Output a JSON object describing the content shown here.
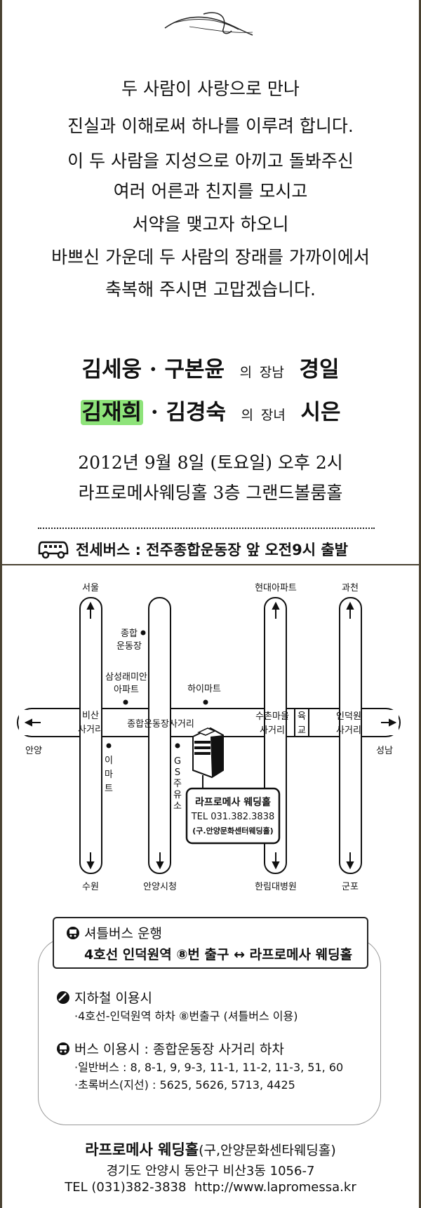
{
  "poem": [
    "두 사람이 사랑으로 만나",
    "진실과 이해로써 하나를 이루려 합니다.",
    "이 두 사람을 지성으로 아끼고 돌봐주신",
    "여러 어른과 친지를 모시고",
    "서약을 맺고자 하오니",
    "바쁘신 가운데 두 사람의 장래를 가까이에서",
    "축복해 주시면 고맙겠습니다."
  ],
  "groom": {
    "father": "김세웅",
    "mother": "구본윤",
    "relation_of": "의",
    "relation": "장남",
    "name": "경일"
  },
  "bride": {
    "father": "김재희",
    "mother": "김경숙",
    "relation_of": "의",
    "relation": "장녀",
    "name": "시은"
  },
  "separator": "·",
  "datetime": "2012년 9월 8일 (토요일) 오후 2시",
  "venue": "라프로메사웨딩홀 3층 그랜드볼룸홀",
  "charter_bus": "전세버스 : 전주종합운동장 앞 오전9시 출발",
  "map": {
    "directions": {
      "north_left": "서울",
      "north_mid": "현대아파트",
      "north_right": "과천",
      "south_left": "수원",
      "south_mid": "안양시청",
      "south_mid2": "한림대병원",
      "south_right": "군포",
      "west": "안양",
      "east": "성남"
    },
    "landmarks": {
      "stadium_1": "종합",
      "stadium_2": "운동장",
      "raemian_1": "삼성래미안",
      "raemian_2": "아파트",
      "himart": "하이마트",
      "bisan_1": "비산",
      "bisan_2": "사거리",
      "stadium_cross": "종합운동장사거리",
      "suchon_1": "수촌마을",
      "suchon_2": "사거리",
      "overpass_1": "육",
      "overpass_2": "교",
      "indeok_1": "인덕원",
      "indeok_2": "사거리",
      "emart": [
        "이",
        "마",
        "트"
      ],
      "gs": [
        "G",
        "S",
        "주",
        "유",
        "소"
      ]
    },
    "callout": {
      "name": "라프로메사 웨딩홀",
      "tel": "TEL 031.382.3838",
      "former": "(구.안양문화센터웨딩홀)"
    }
  },
  "shuttle": {
    "title": "셔틀버스 운행",
    "route": "4호선 인덕원역 ⑧번 출구 ↔ 라프로메사 웨딩홀"
  },
  "subway": {
    "title": "지하철 이용시",
    "detail": "·4호선-인덕원역 하차 ⑧번출구 (셔틀버스 이용)"
  },
  "bus": {
    "title": "버스 이용시 : 종합운동장 사거리 하차",
    "general": "·일반버스 : 8, 8-1, 9, 9-3, 11-1, 11-2, 11-3, 51, 60",
    "green": "·초록버스(지선) : 5625, 5626, 5713, 4425"
  },
  "footer": {
    "name": "라프로메사 웨딩홀",
    "former": "(구,안양문화센타웨딩홀)",
    "address": "경기도 안양시 동안구 비산3동 1056-7",
    "tel": "TEL (031)382-3838",
    "url": "http://www.lapromessa.kr"
  },
  "colors": {
    "highlight": "#8ee37a",
    "border": "#4a4232"
  }
}
